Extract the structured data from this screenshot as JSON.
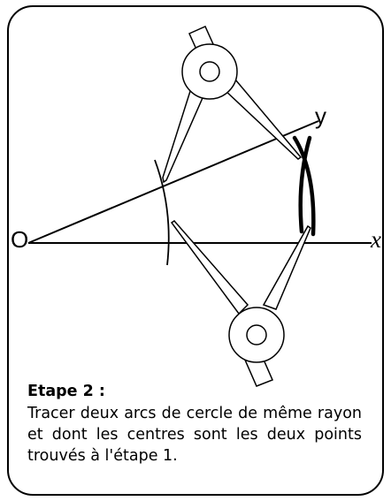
{
  "labels": {
    "origin": "O",
    "axis_x": "x",
    "axis_y": "y"
  },
  "caption": {
    "title": "Etape 2 :",
    "body": "Tracer deux arcs de cercle de même rayon et dont les centres sont les deux points trouvés à l'étape 1."
  }
}
